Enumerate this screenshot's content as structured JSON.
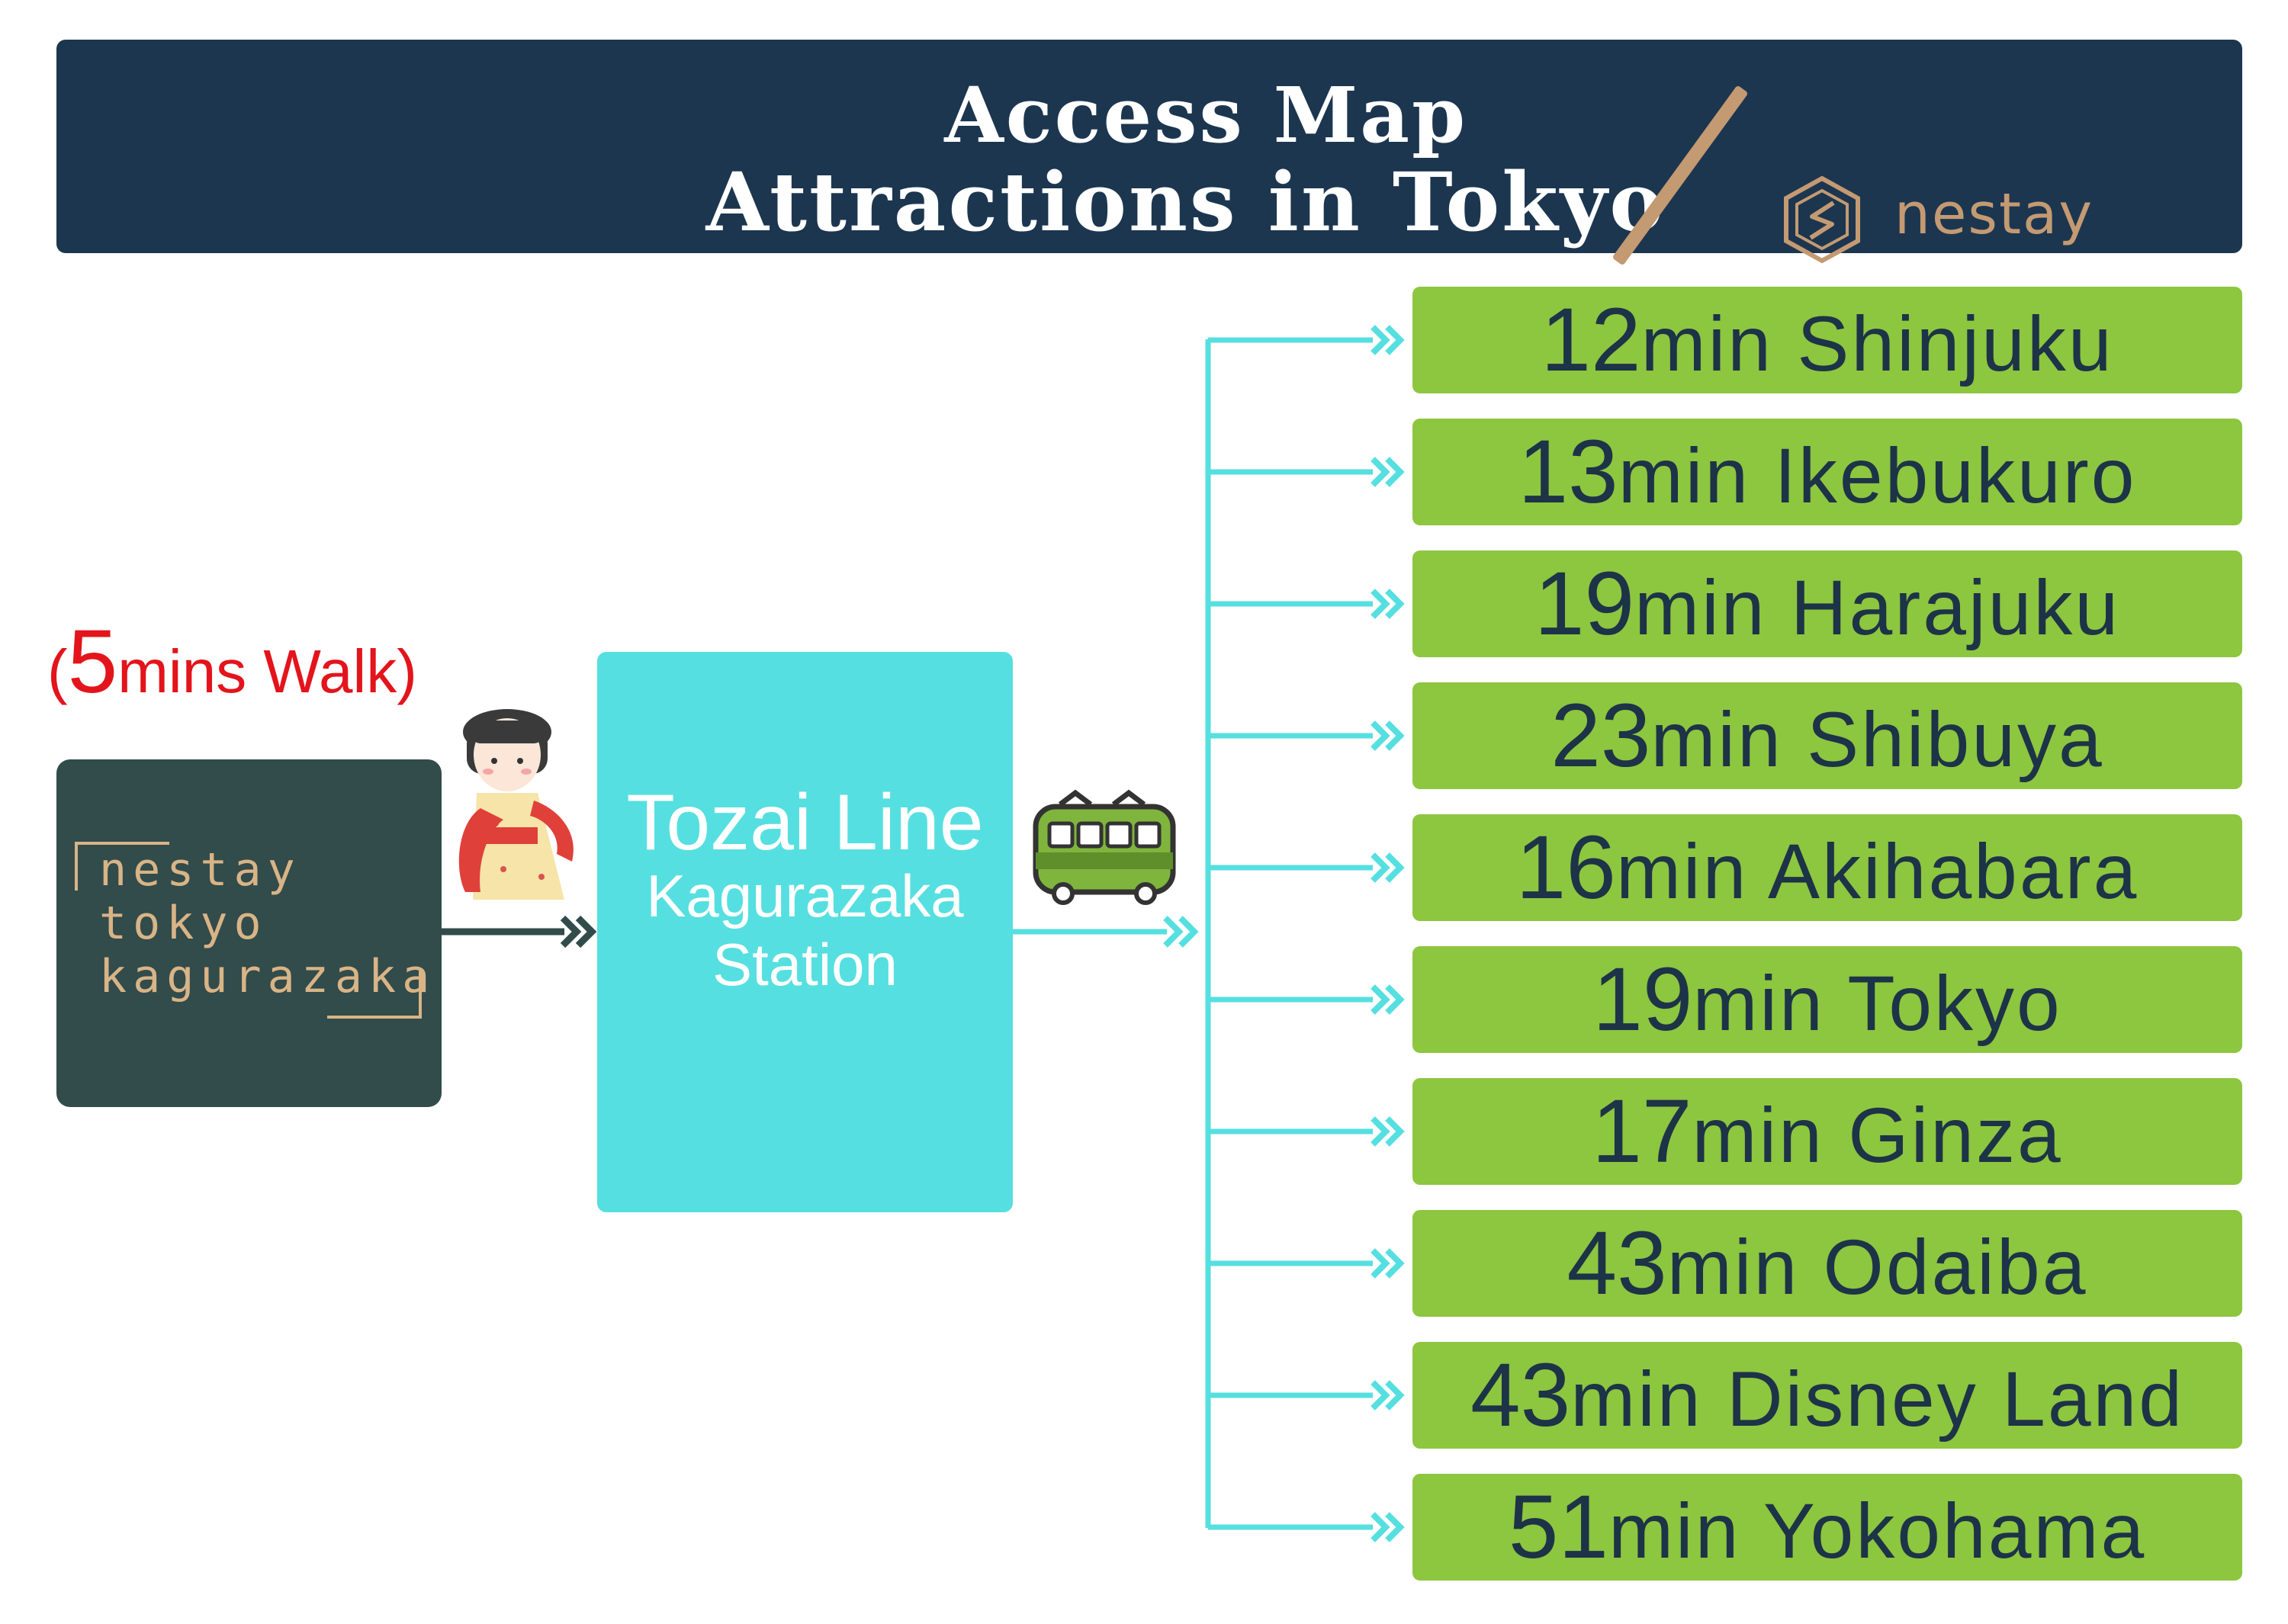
{
  "header": {
    "title_line1": "Access Map",
    "title_line2": "Attractions in Tokyo",
    "logo_text": "nestay"
  },
  "walk": {
    "open": "(",
    "number": "5",
    "text": "mins Walk",
    "close": ")"
  },
  "hotel": {
    "line1": "nestay",
    "line2": "tokyo",
    "line3": "kagurazaka"
  },
  "station": {
    "line1": "Tozai Line",
    "line2": "Kagurazaka",
    "line3": "Station"
  },
  "destinations": [
    {
      "minutes": "12",
      "unit": "min",
      "name": "Shinjuku"
    },
    {
      "minutes": "13",
      "unit": "min",
      "name": "Ikebukuro"
    },
    {
      "minutes": "19",
      "unit": "min",
      "name": "Harajuku"
    },
    {
      "minutes": "23",
      "unit": "min",
      "name": "Shibuya"
    },
    {
      "minutes": "16",
      "unit": "min",
      "name": "Akihabara"
    },
    {
      "minutes": "19",
      "unit": "min",
      "name": "Tokyo"
    },
    {
      "minutes": "17",
      "unit": "min",
      "name": "Ginza"
    },
    {
      "minutes": "43",
      "unit": "min",
      "name": "Odaiba"
    },
    {
      "minutes": "43",
      "unit": "min",
      "name": "Disney Land"
    },
    {
      "minutes": "51",
      "unit": "min",
      "name": "Yokohama"
    }
  ],
  "colors": {
    "banner": "#1c3650",
    "accent_gold": "#c49a72",
    "walk_red": "#e3141b",
    "hotel_box": "#324b4b",
    "station_box": "#56dfe0",
    "destination_box": "#8dc63f",
    "destination_text": "#1d3347",
    "connector": "#56dfe0"
  },
  "icons": {
    "logo": "nestay-hexagon-logo-icon",
    "person": "kimono-girl-icon",
    "train": "train-icon"
  }
}
